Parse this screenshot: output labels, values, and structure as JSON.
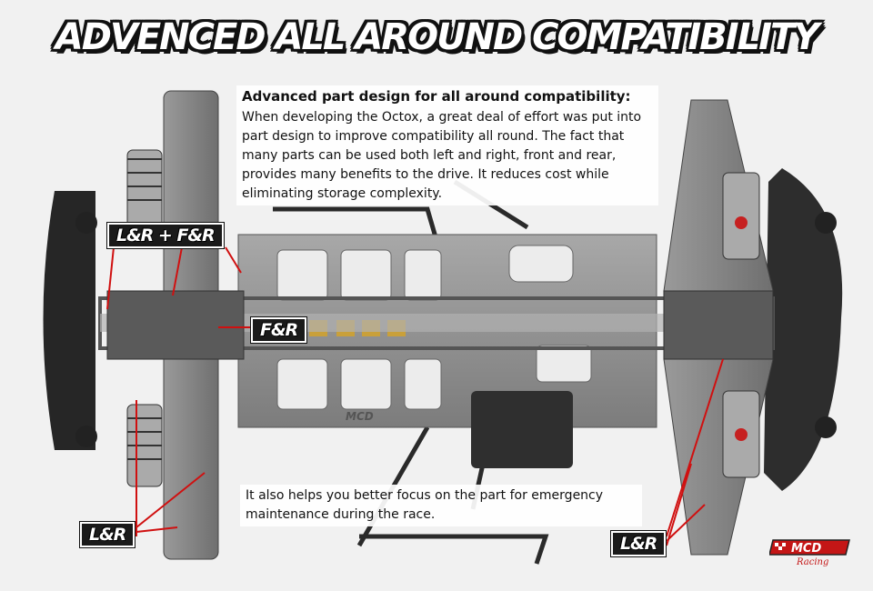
{
  "title": "ADVENCED ALL AROUND COMPATIBILITY",
  "intro": {
    "heading": "Advanced part design for all around compatibility:",
    "body": "When developing the Octox, a great deal of effort was put into part design to improve compatibility all round. The fact that many parts can be used both left and right, front and rear, provides many benefits to the drive. It reduces cost while eliminating storage complexity."
  },
  "footer_text": "It also helps you better focus on the part for emergency maintenance during the race.",
  "labels": {
    "front_top": "L&R + F&R",
    "center": "F&R",
    "front_bottom": "L&R",
    "rear_bottom": "L&R"
  },
  "logo": {
    "brand": "MCD",
    "sub": "Racing"
  },
  "colors": {
    "accent_line": "#d01010",
    "tag_bg": "#1a1a1a",
    "chassis": "#8a8a8a",
    "gold": "#c9a03a"
  }
}
